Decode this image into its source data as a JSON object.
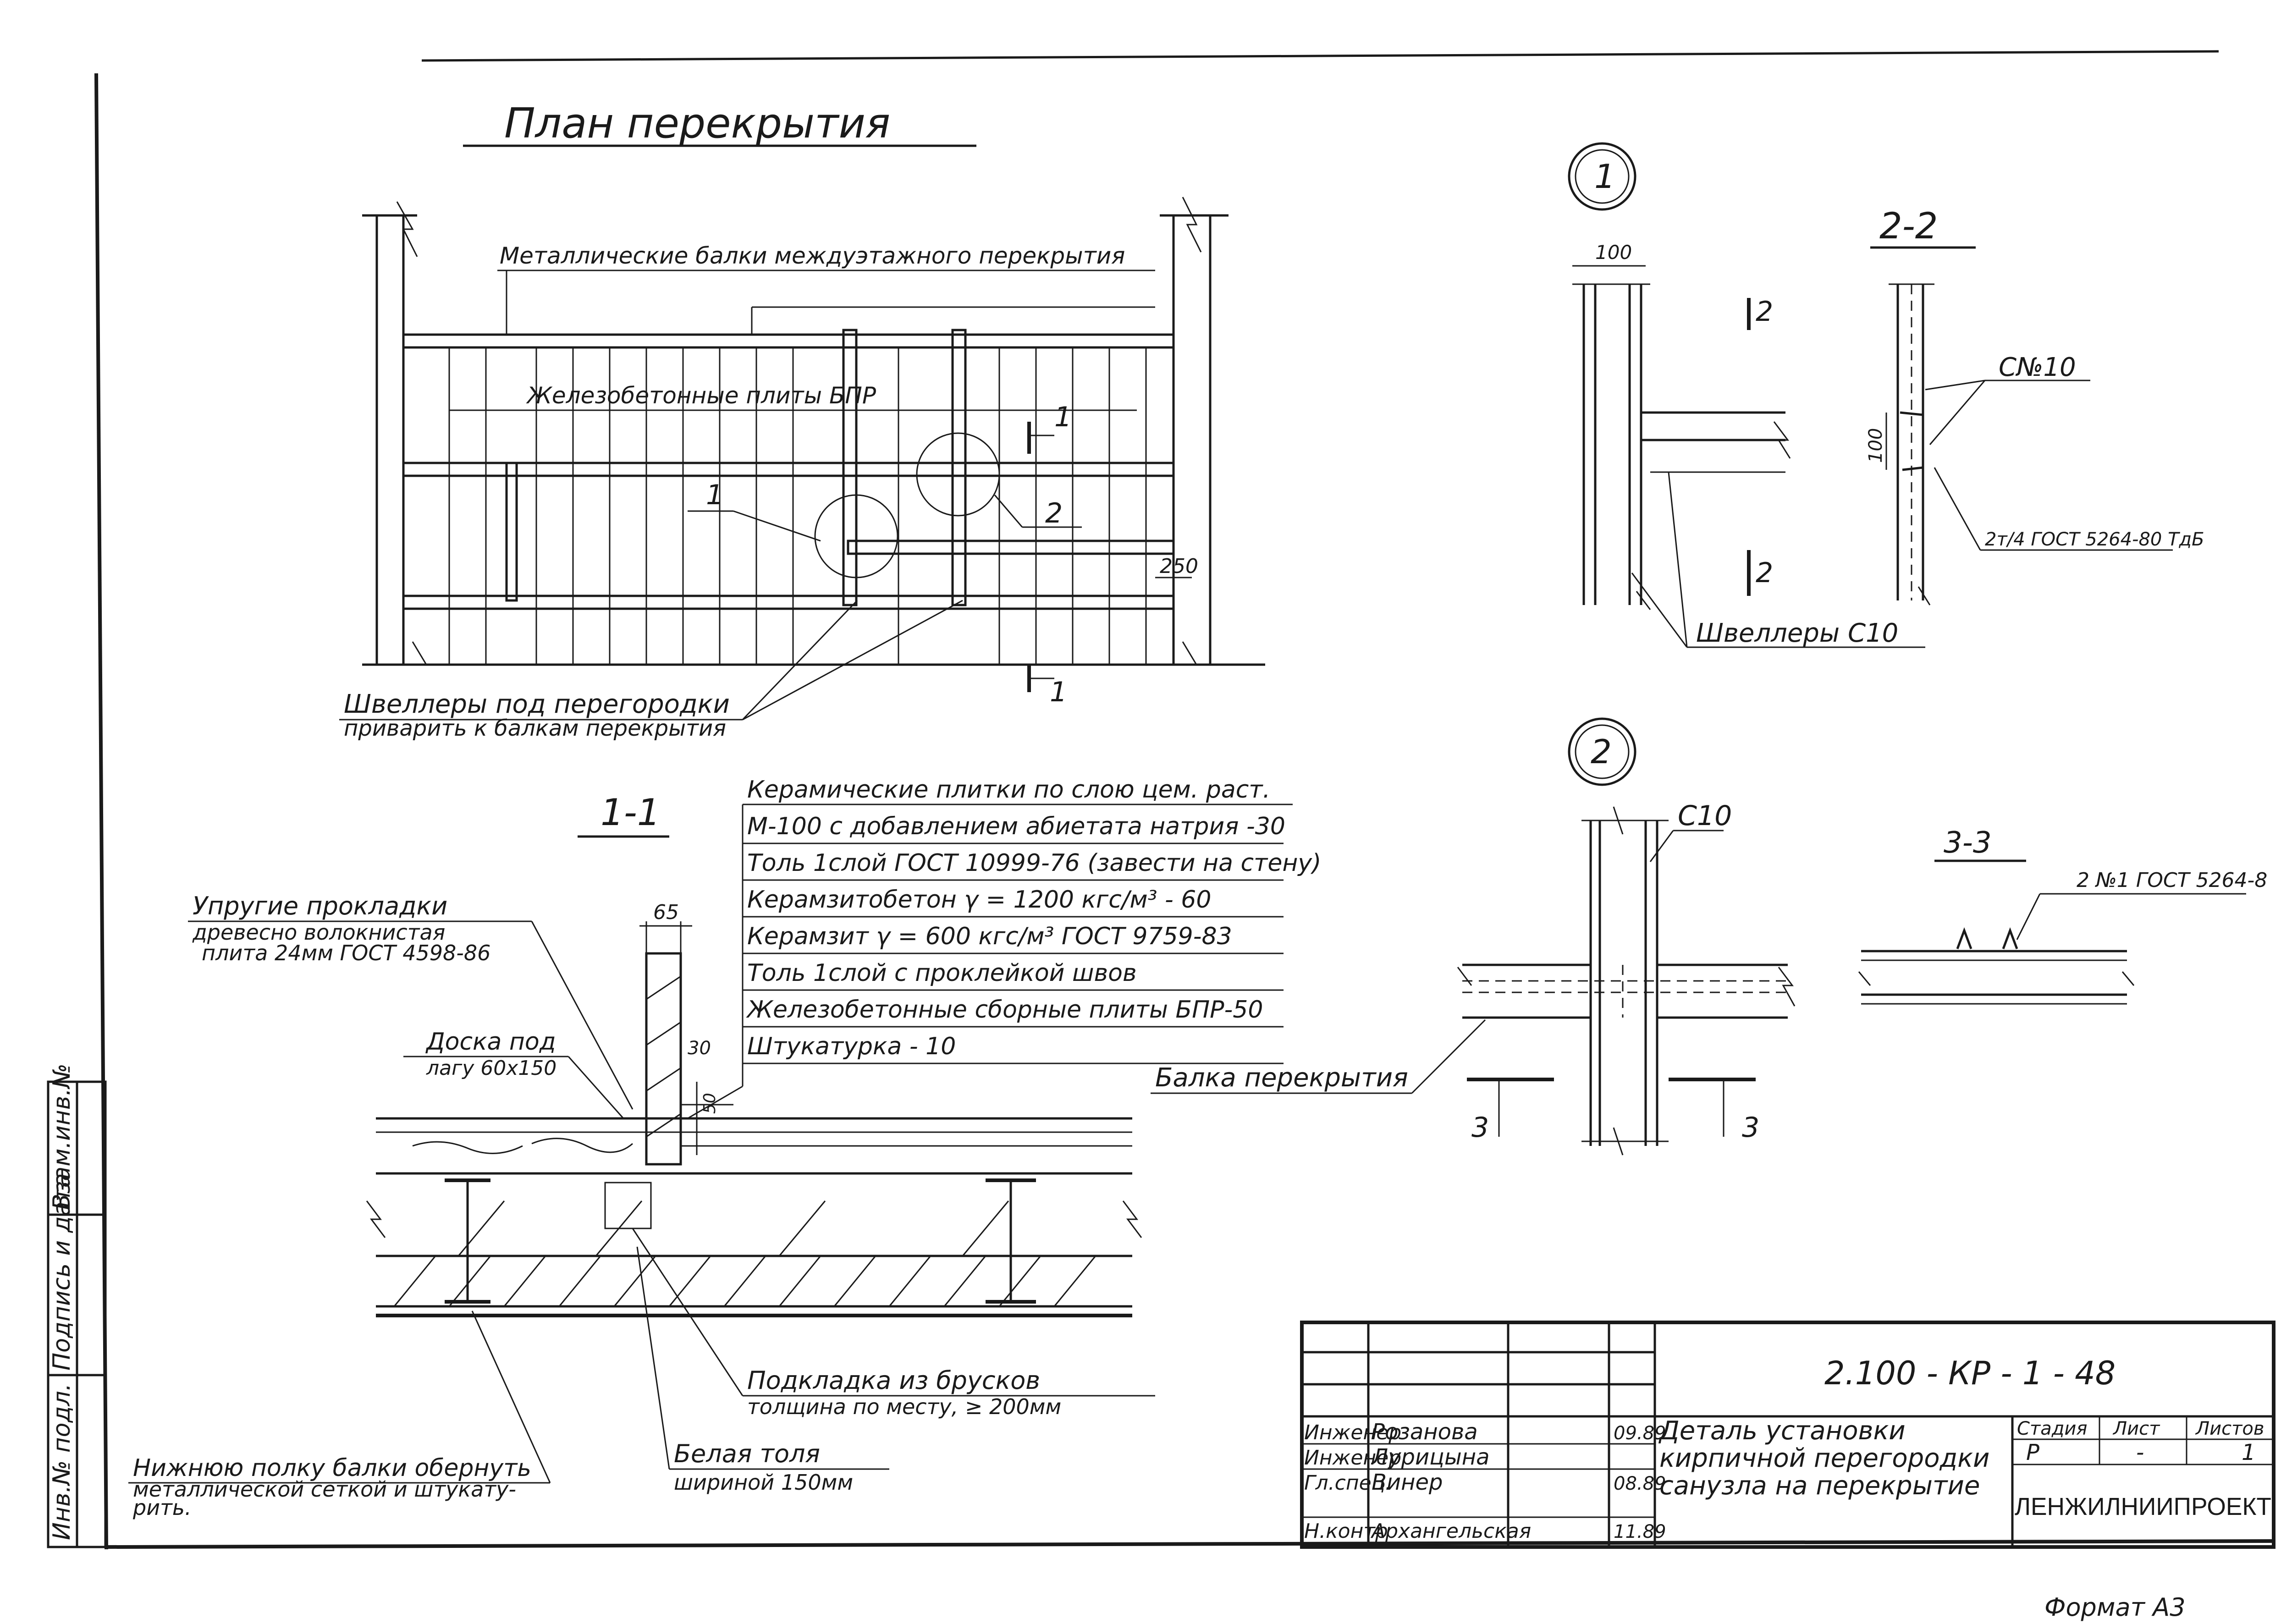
{
  "plan": {
    "title": "План перекрытия",
    "label_metal_beams": "Металлические балки междуэтажного перекрытия",
    "label_slabs": "Железобетонные плиты БПР",
    "callout_1": "1",
    "callout_2": "2",
    "section_mark_top": "1",
    "section_mark_bottom": "1",
    "dim_250": "250",
    "channels_note_line1": "Швеллеры под перегородки",
    "channels_note_line2": "приварить к балкам перекрытия"
  },
  "detail1": {
    "marker": "1",
    "dim_100": "100",
    "section_mark_top": "2",
    "section_mark_bottom": "2",
    "channels_label": "Швеллеры С10"
  },
  "section22": {
    "title": "2-2",
    "channel_label": "С№10",
    "dim_100": "100",
    "weld_label": "2т/4 ГОСТ 5264-80 ТдБ"
  },
  "detail2": {
    "marker": "2",
    "channel_label": "С10",
    "beam_label": "Балка перекрытия",
    "section_mark_left": "3",
    "section_mark_right": "3"
  },
  "section33": {
    "title": "3-3",
    "weld_label": "2 №1 ГОСТ 5264-8"
  },
  "section11": {
    "title": "1-1",
    "dim_65": "65",
    "dim_30": "30",
    "dim_50": "50",
    "elastic_pads_line1": "Упругие прокладки",
    "elastic_pads_line2": "древесно волокнистая",
    "elastic_pads_line3": "плита 24мм ГОСТ 4598-86",
    "board_line1": "Доска под",
    "board_line2": "лагу 60х150",
    "bars_line1": "Подкладка из брусков",
    "bars_line2": "толщина по месту, ≥ 200мм",
    "ruberoid_line1": "Белая толя",
    "ruberoid_line2": "шириной 150мм",
    "wrap_line1": "Нижнюю полку балки обернуть",
    "wrap_line2": "металлической сеткой и штукату-",
    "wrap_line3": "рить."
  },
  "layers": [
    "Керамические плитки по слою цем. раст.",
    "М-100 с добавлением абиетата натрия -30",
    "Толь 1слой ГОСТ 10999-76 (завести на стену)",
    "Керамзитобетон γ = 1200 кгс/м³ - 60",
    "Керамзит γ = 600 кгс/м³ ГОСТ 9759-83",
    "Толь 1слой с проклейкой швов",
    "Железобетонные сборные плиты БПР-50",
    "Штукатурка - 10"
  ],
  "side_stamp": {
    "cell1": "Взам.инв.№",
    "cell2": "Подпись и дата",
    "cell3": "Инв.№ подл."
  },
  "title_block": {
    "code": "2.100 - КР - 1 - 48",
    "rows": [
      {
        "role": "Инженер",
        "name": "Розанова",
        "date": "09.89"
      },
      {
        "role": "Инженер",
        "name": "Лурицына",
        "date": ""
      },
      {
        "role": "Гл.спец.",
        "name": "Винер",
        "date": "08.89"
      },
      {
        "role": "Н.контр",
        "name": "Архангельская",
        "date": "11.89"
      }
    ],
    "description_line1": "Деталь установки",
    "description_line2": "кирпичной перегородки",
    "description_line3": "санузла на перекрытие",
    "stage_header": "Стадия",
    "sheet_header": "Лист",
    "sheets_header": "Листов",
    "stage_value": "Р",
    "sheet_value": "-",
    "sheets_value": "1",
    "organization": "ЛЕНЖИЛНИИПРОЕКТ"
  },
  "format_label": "Формат А3"
}
